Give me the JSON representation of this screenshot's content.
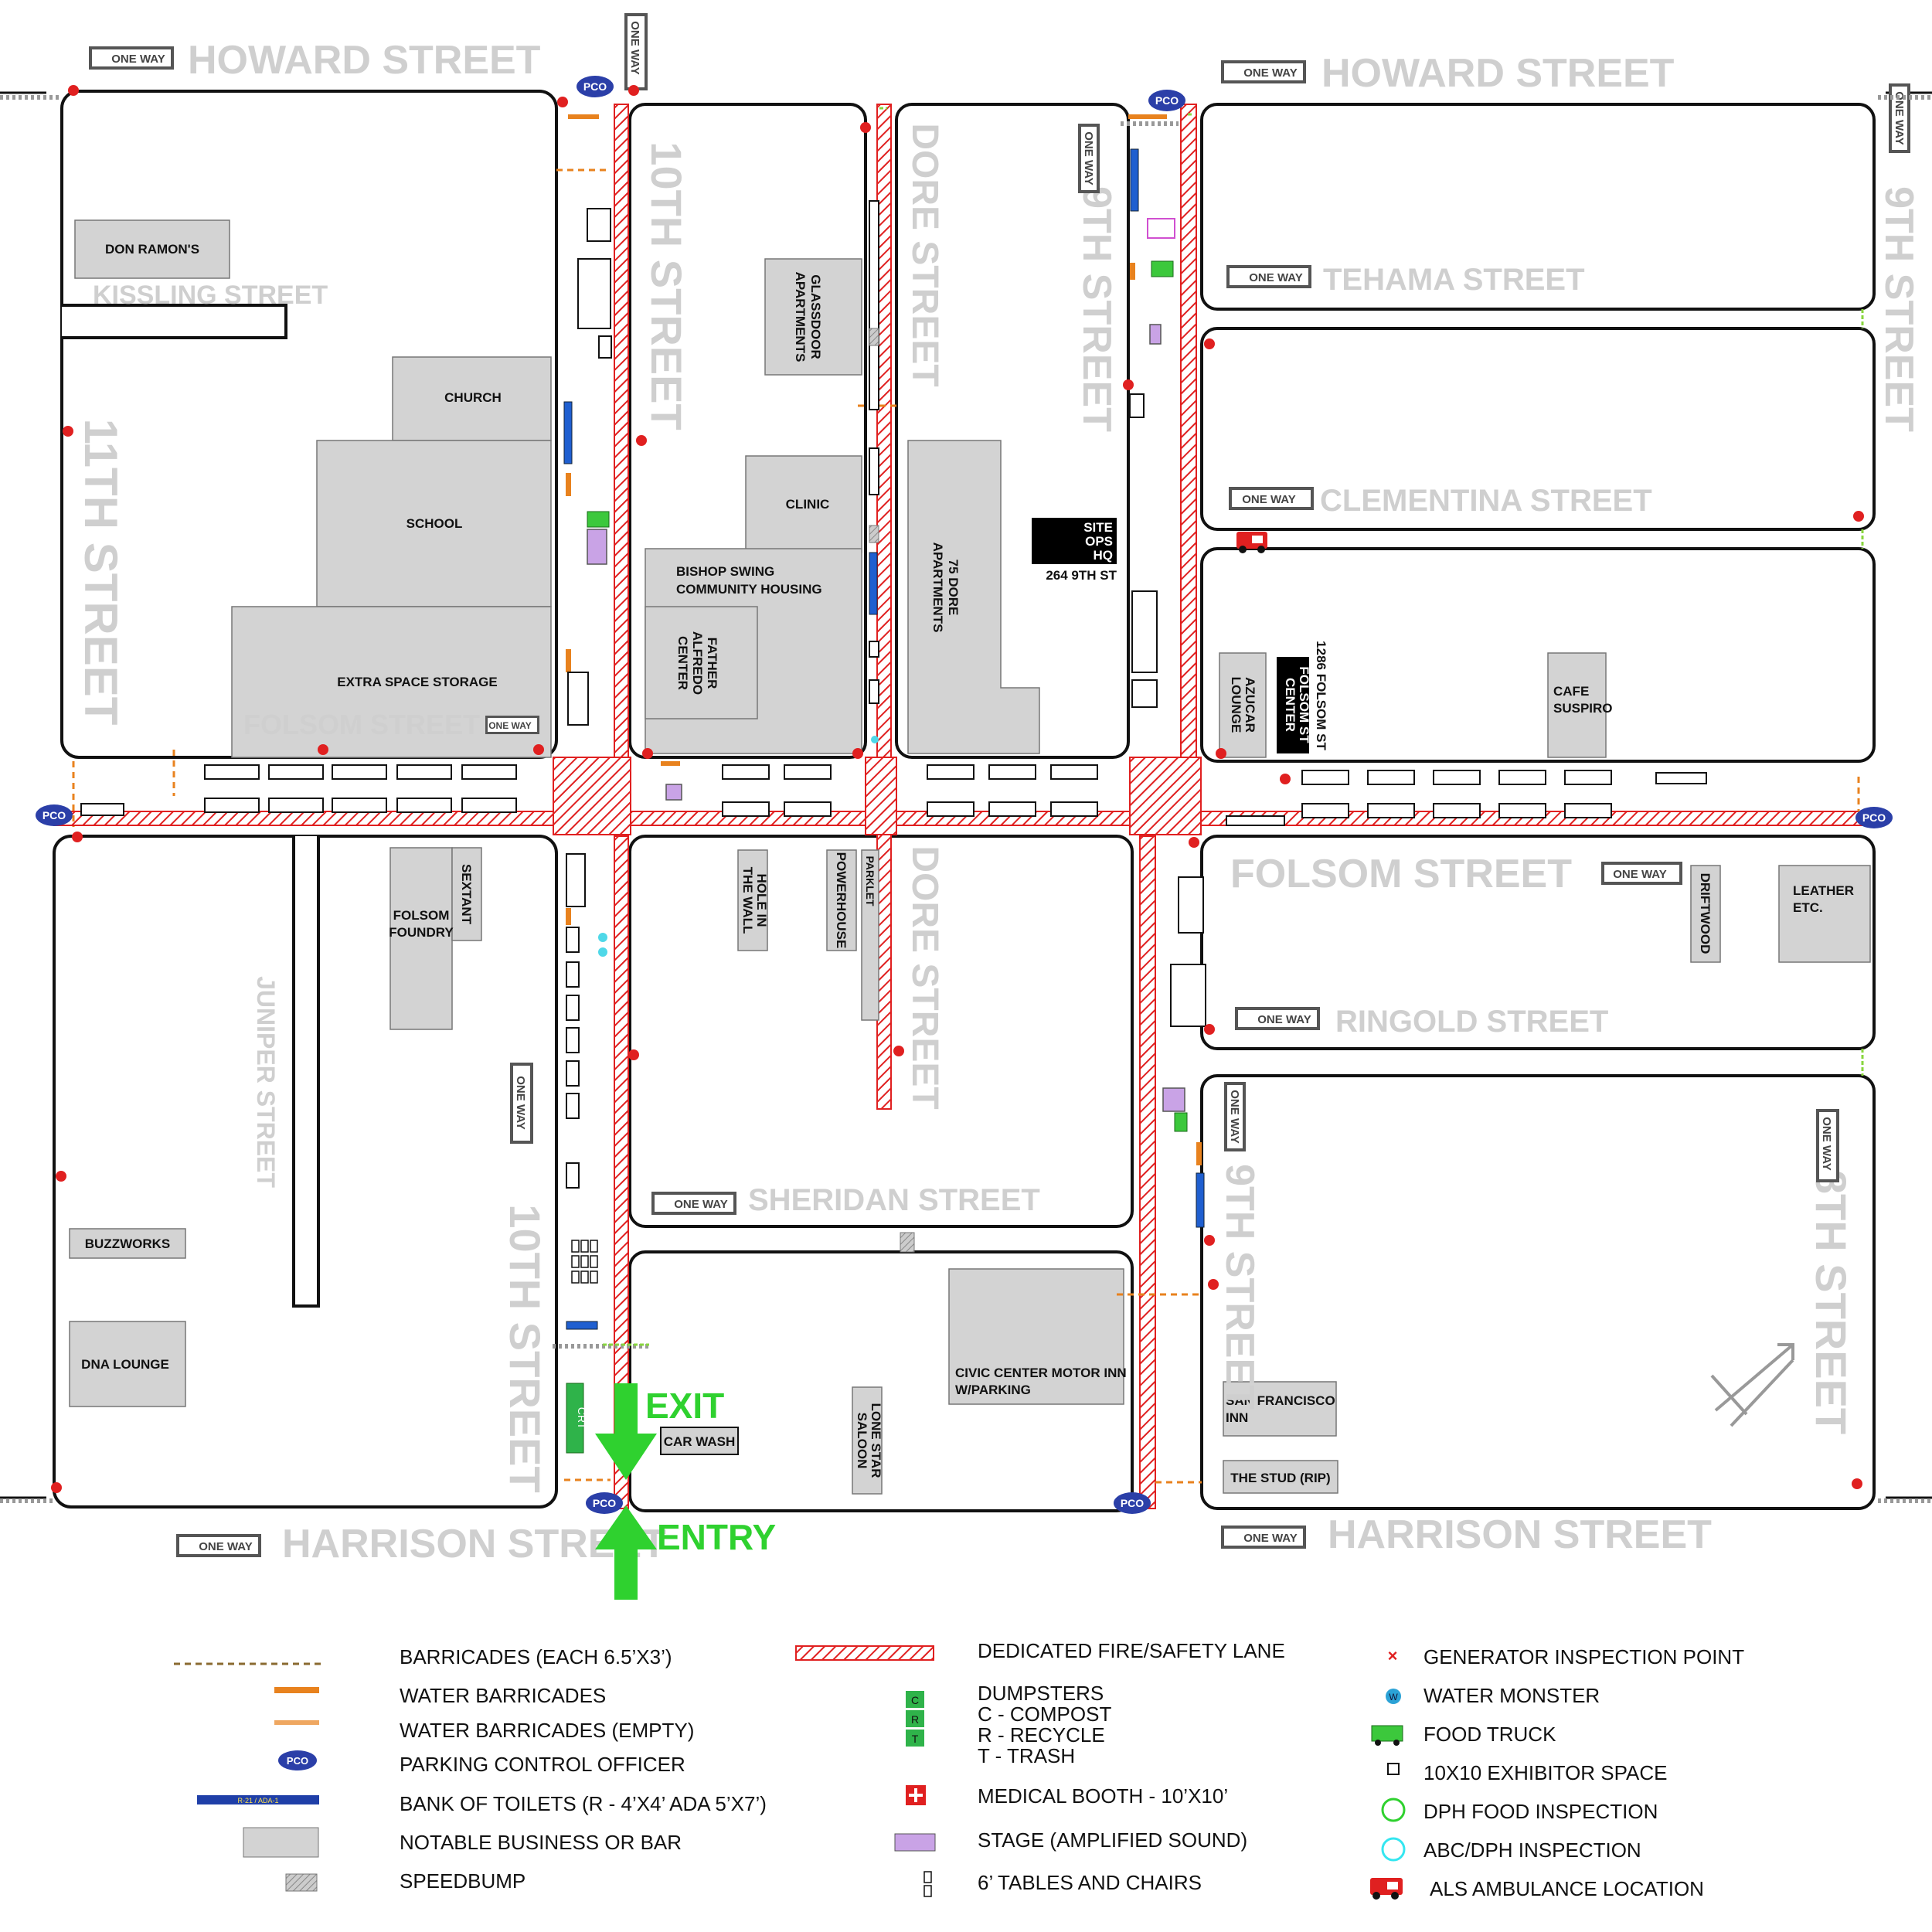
{
  "streets": {
    "howard_left": "HOWARD STREET",
    "howard_right": "HOWARD STREET",
    "kissling": "KISSLING STREET",
    "eleventh": "11TH STREET",
    "tenth_upper": "10TH STREET",
    "tenth_lower": "10TH STREET",
    "dore_upper": "DORE STREET",
    "dore_lower": "DORE STREET",
    "ninth_upper": "9TH STREET",
    "ninth_lower": "9TH STREET",
    "ninth_edge": "9TH STREET",
    "eighth": "8TH STREET",
    "tehama": "TEHAMA STREET",
    "clementina": "CLEMENTINA STREET",
    "folsom_left": "FOLSOM STREET",
    "folsom_right": "FOLSOM STREET",
    "juniper": "JUNIPER STREET",
    "ringold": "RINGOLD STREET",
    "sheridan": "SHERIDAN STREET",
    "harrison_left": "HARRISON STREET",
    "harrison_right": "HARRISON STREET"
  },
  "one_way_label": "ONE WAY",
  "pco_label": "PCO",
  "businesses": {
    "don_ramons": "DON RAMON'S",
    "church": "CHURCH",
    "school": "SCHOOL",
    "extra_space": "EXTRA SPACE STORAGE",
    "glassdoor_1": "GLASSDOOR",
    "glassdoor_2": "APARTMENTS",
    "clinic": "CLINIC",
    "bishop_1": "BISHOP SWING",
    "bishop_2": "COMMUNITY HOUSING",
    "father_1": "FATHER",
    "father_2": "ALFREDO",
    "father_3": "CENTER",
    "dore_apts_1": "75 DORE",
    "dore_apts_2": "APARTMENTS",
    "site_ops_1": "SITE",
    "site_ops_2": "OPS",
    "site_ops_3": "HQ",
    "site_ops_addr": "264 9TH ST",
    "azucar_1": "AZUCAR",
    "azucar_2": "LOUNGE",
    "folsom_center_1": "FOLSOM ST",
    "folsom_center_2": "CENTER",
    "folsom_addr": "1286 FOLSOM ST",
    "cafe_1": "CAFE",
    "cafe_2": "SUSPIRO",
    "folsom_foundry_1": "FOLSOM",
    "folsom_foundry_2": "FOUNDRY",
    "sextant": "SEXTANT",
    "hole_1": "HOLE IN",
    "hole_2": "THE WALL",
    "powerhouse": "POWERHOUSE",
    "parklet": "PARKLET",
    "driftwood": "DRIFTWOOD",
    "leather_1": "LEATHER",
    "leather_2": "ETC.",
    "buzzworks": "BUZZWORKS",
    "dna": "DNA LOUNGE",
    "civic_1": "CIVIC CENTER MOTOR INN",
    "civic_2": "W/PARKING",
    "lonestar_1": "LONE STAR",
    "lonestar_2": "SALOON",
    "car_wash": "CAR WASH",
    "sf_inn_1": "SAN FRANCISCO",
    "sf_inn_2": "INN",
    "the_stud": "THE STUD (RIP)"
  },
  "exit_label": "EXIT",
  "entry_label": "ENTRY",
  "crt_label": "CRT",
  "legend": {
    "col1": [
      "BARRICADES (EACH 6.5’X3’)",
      "WATER BARRICADES",
      "WATER BARRICADES (EMPTY)",
      "PARKING CONTROL OFFICER",
      "BANK OF TOILETS (R - 4’X4’ ADA 5’X7’)",
      "NOTABLE BUSINESS OR BAR",
      "SPEEDBUMP"
    ],
    "col2": [
      "DEDICATED FIRE/SAFETY LANE",
      "DUMPSTERS",
      "C - COMPOST",
      "R - RECYCLE",
      "T - TRASH",
      "MEDICAL BOOTH - 10’X10’",
      "STAGE (AMPLIFIED SOUND)",
      "6’ TABLES AND CHAIRS"
    ],
    "col3": [
      "GENERATOR INSPECTION POINT",
      "WATER MONSTER",
      "FOOD TRUCK",
      "10X10 EXHIBITOR SPACE",
      "DPH FOOD INSPECTION",
      "ABC/DPH INSPECTION",
      "ALS AMBULANCE LOCATION"
    ],
    "toilet_sample": "R-21 / ADA-1",
    "dumpster_letters": [
      "C",
      "R",
      "T"
    ]
  },
  "colors": {
    "fire_lane": "#e02020",
    "barricade": "#e8821e",
    "business_fill": "#d3d3d3",
    "street_label": "#cfcfcf",
    "green_arrow": "#2fd12f",
    "toilet": "#1f5fd0",
    "stage": "#c9a3e6",
    "pco": "#2b3fa8"
  }
}
